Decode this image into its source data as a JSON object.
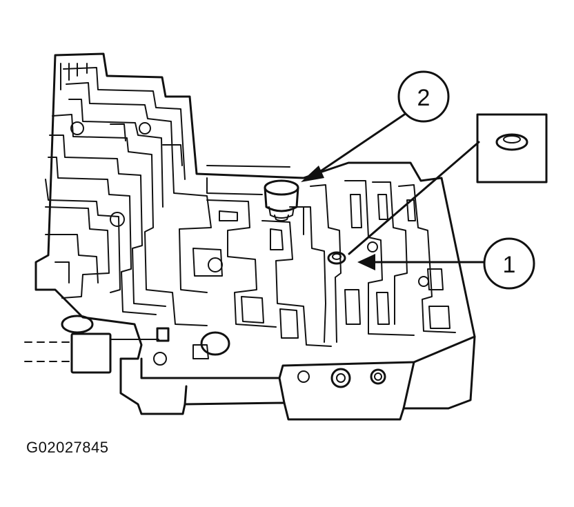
{
  "figure": {
    "id_label": "G02027845"
  },
  "callouts": [
    {
      "number": "1",
      "part": "check-ball"
    },
    {
      "number": "2",
      "part": "plug"
    }
  ],
  "colors": {
    "ink": "#111111",
    "paper": "#ffffff"
  }
}
